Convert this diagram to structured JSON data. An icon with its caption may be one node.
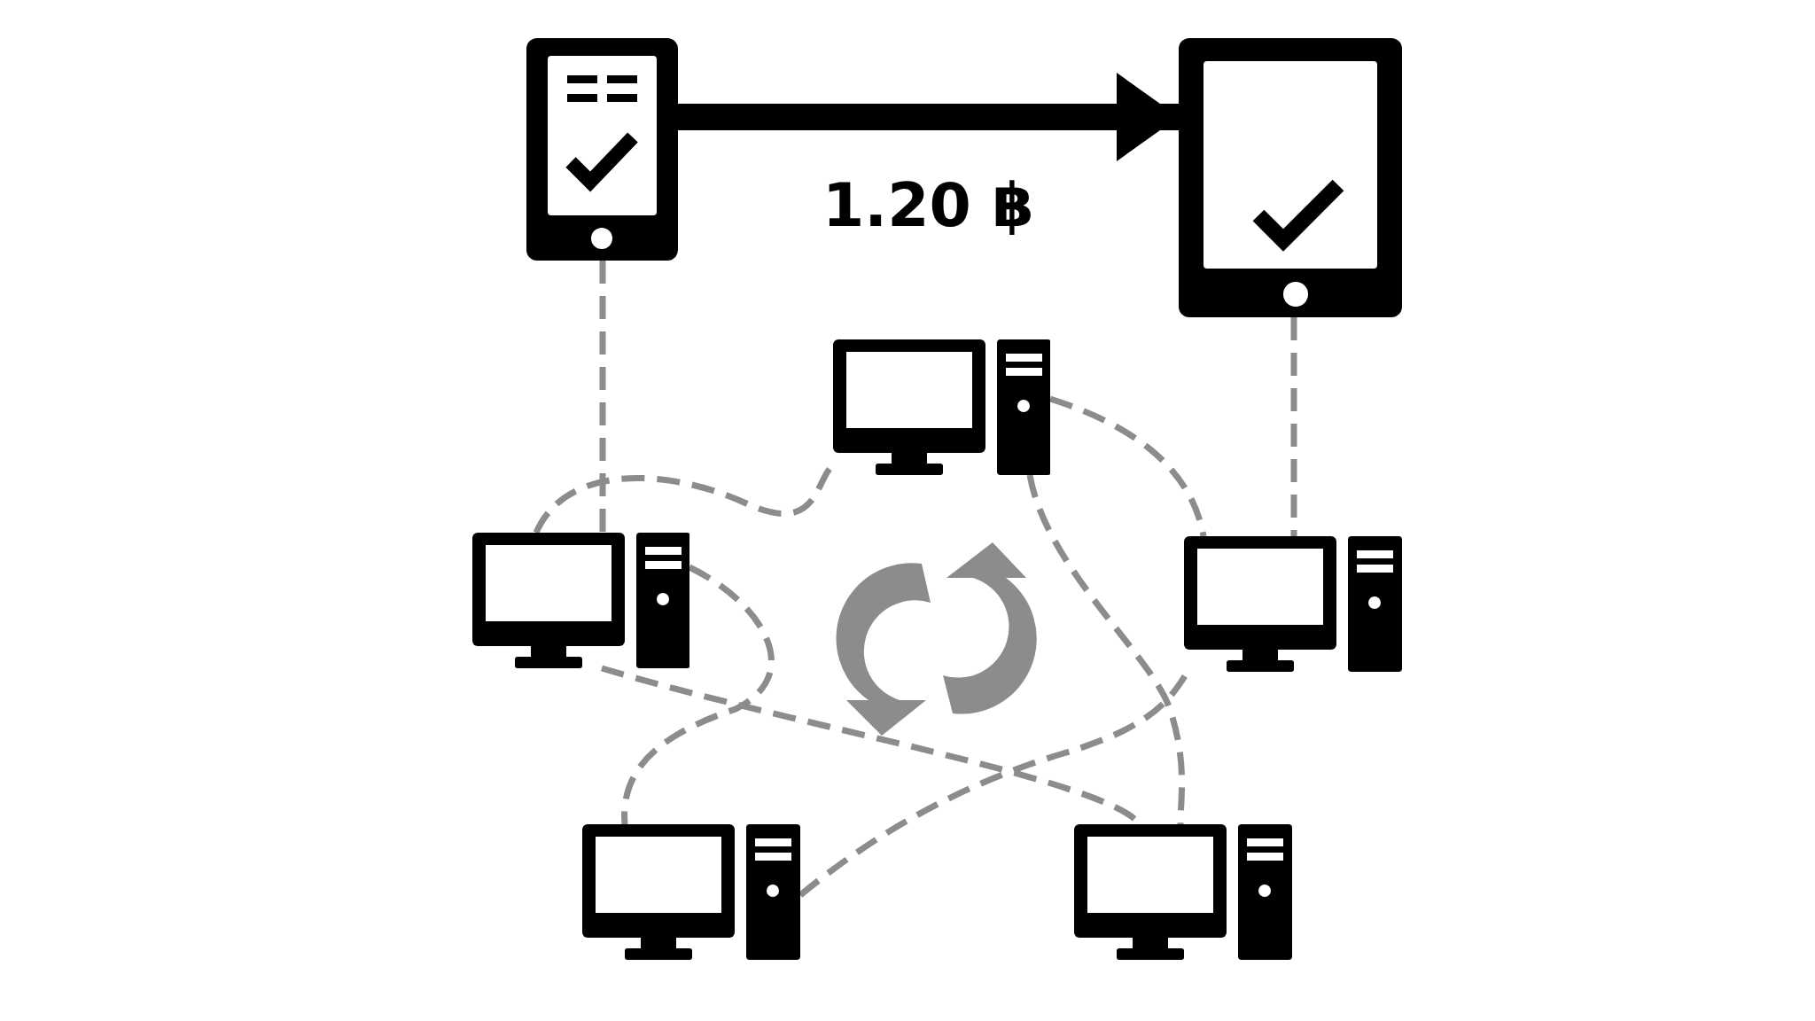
{
  "diagram": {
    "nodes": [
      {
        "text": [],
        "shape": "phone"
      },
      {
        "text": [],
        "shape": "tablet"
      },
      {
        "text": [],
        "shape": "computer"
      },
      {
        "text": [],
        "shape": "computer"
      },
      {
        "text": [],
        "shape": "computer"
      },
      {
        "text": [],
        "shape": "computer"
      },
      {
        "text": [],
        "shape": "computer"
      }
    ],
    "edges": [
      {
        "from": 0,
        "to": 1,
        "arrow": "to",
        "label": "1.20 ฿",
        "style": "thick",
        "color": "#000000"
      },
      {
        "from": 0,
        "to": 3,
        "arrow": "none",
        "style": "dashed"
      },
      {
        "from": 1,
        "to": 4,
        "arrow": "none",
        "style": "dashed"
      },
      {
        "from": 3,
        "to": 2,
        "arrow": "none",
        "style": "dashed"
      },
      {
        "from": 2,
        "to": 4,
        "arrow": "none",
        "style": "dashed"
      },
      {
        "from": 2,
        "to": 6,
        "arrow": "none",
        "style": "dashed"
      },
      {
        "from": 3,
        "to": 5,
        "arrow": "none",
        "style": "dashed"
      },
      {
        "from": 3,
        "to": 6,
        "arrow": "none",
        "style": "dashed"
      },
      {
        "from": 5,
        "to": 4,
        "arrow": "none",
        "style": "dashed"
      }
    ]
  }
}
